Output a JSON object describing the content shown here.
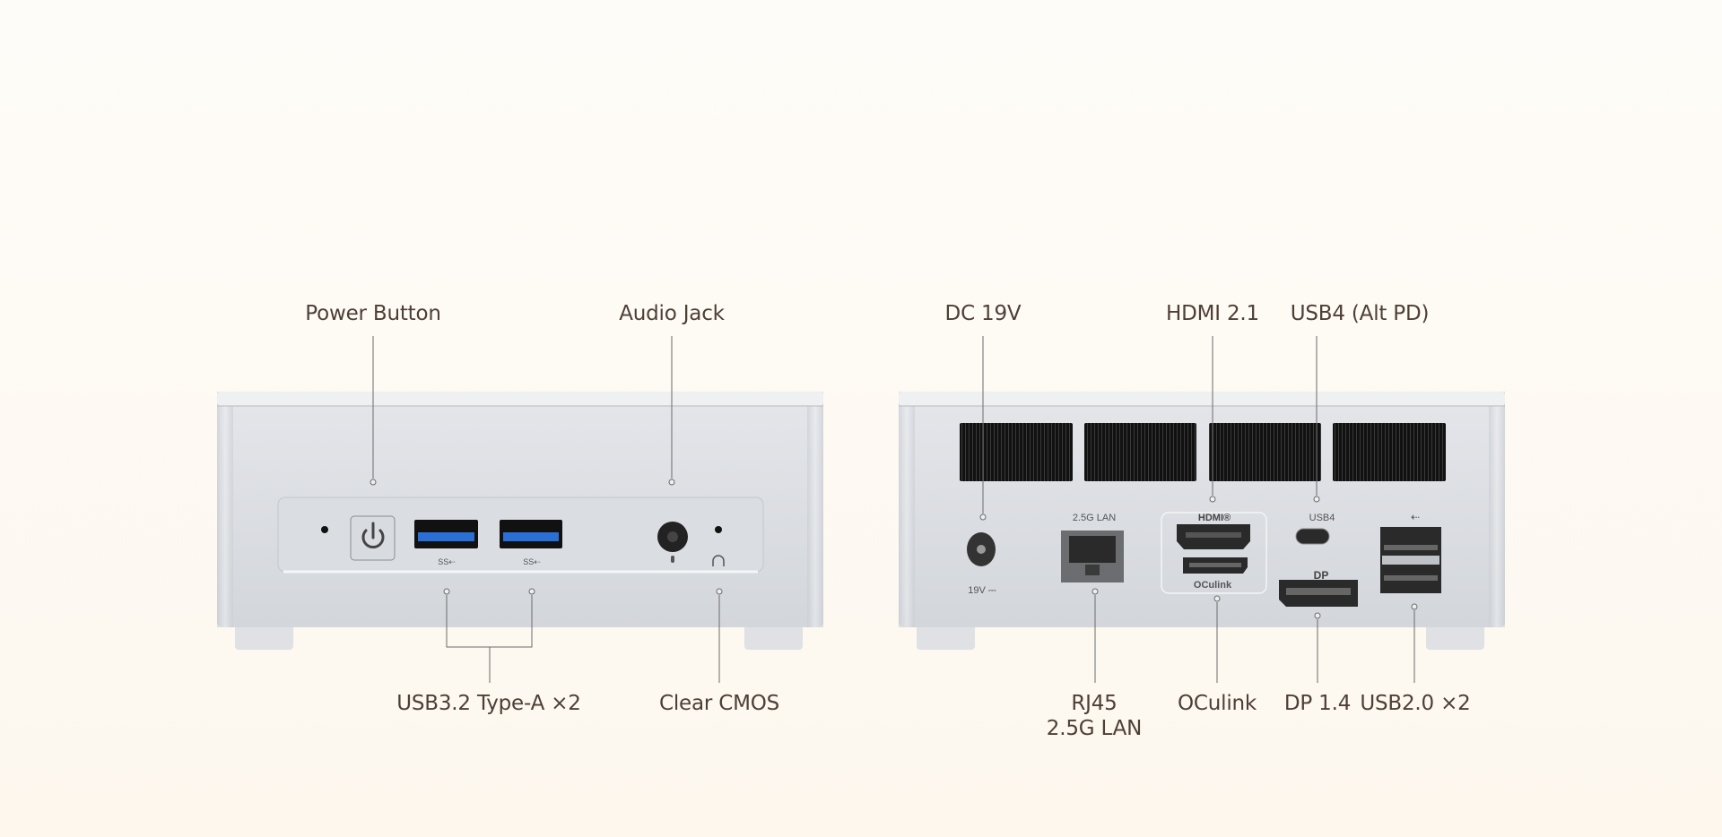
{
  "front": {
    "labels": {
      "power_button": "Power Button",
      "audio_jack": "Audio Jack",
      "usb32": "USB3.2 Type-A ×2",
      "clear_cmos": "Clear CMOS"
    },
    "port_marks": {
      "usb_ss": "SS⇠"
    }
  },
  "rear": {
    "labels": {
      "dc": "DC 19V",
      "hdmi": "HDMI 2.1",
      "usb4": "USB4 (Alt PD)",
      "rj45_line1": "RJ45",
      "rj45_line2": "2.5G LAN",
      "oculink": "OCulink",
      "dp": "DP 1.4",
      "usb20": "USB2.0 ×2"
    },
    "port_marks": {
      "lan": "2.5G LAN",
      "hdmi_logo": "HDMI®",
      "oculink": "OCulink",
      "usb4": "USB4",
      "dp": "DP",
      "dc": "19V ⎓",
      "usb": "⇠"
    }
  },
  "colors": {
    "background": "#fdf8f0",
    "text": "#4d3f36",
    "usb3_blue": "#2a6fd6"
  }
}
